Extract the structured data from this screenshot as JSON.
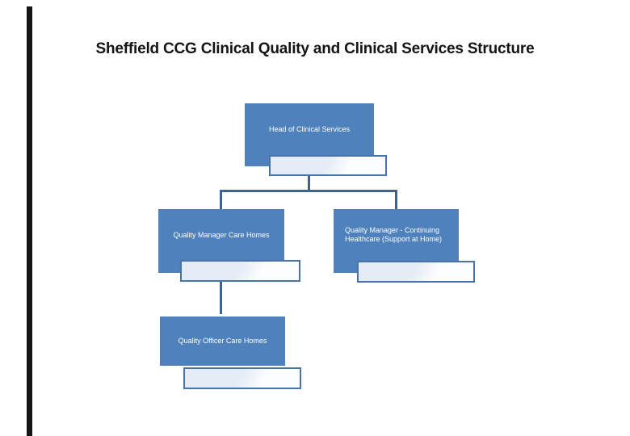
{
  "page": {
    "title": "Sheffield CCG Clinical Quality and Clinical Services Structure"
  },
  "colors": {
    "node_fill": "#4f81bd",
    "node_text": "#ffffff",
    "plate_border": "#4a72a8",
    "plate_fill": "#e4ecf5",
    "connector": "#3f628f",
    "title_text": "#141414",
    "edge_bar": "#161616",
    "background": "#ffffff"
  },
  "org_chart": {
    "type": "org-tree",
    "nodes": [
      {
        "id": "head",
        "label": "Head of Clinical Services",
        "reports_to": null
      },
      {
        "id": "qm-care-homes",
        "label": "Quality Manager Care Homes",
        "reports_to": "head"
      },
      {
        "id": "qm-chc",
        "label": "Quality Manager - Continuing Healthcare (Support at Home)",
        "label_lines": [
          "Quality Manager - Continuing",
          "Healthcare (Support at Home)"
        ],
        "reports_to": "head"
      },
      {
        "id": "qo-care-homes",
        "label": "Quality Officer Care Homes",
        "reports_to": "qm-care-homes"
      }
    ]
  }
}
